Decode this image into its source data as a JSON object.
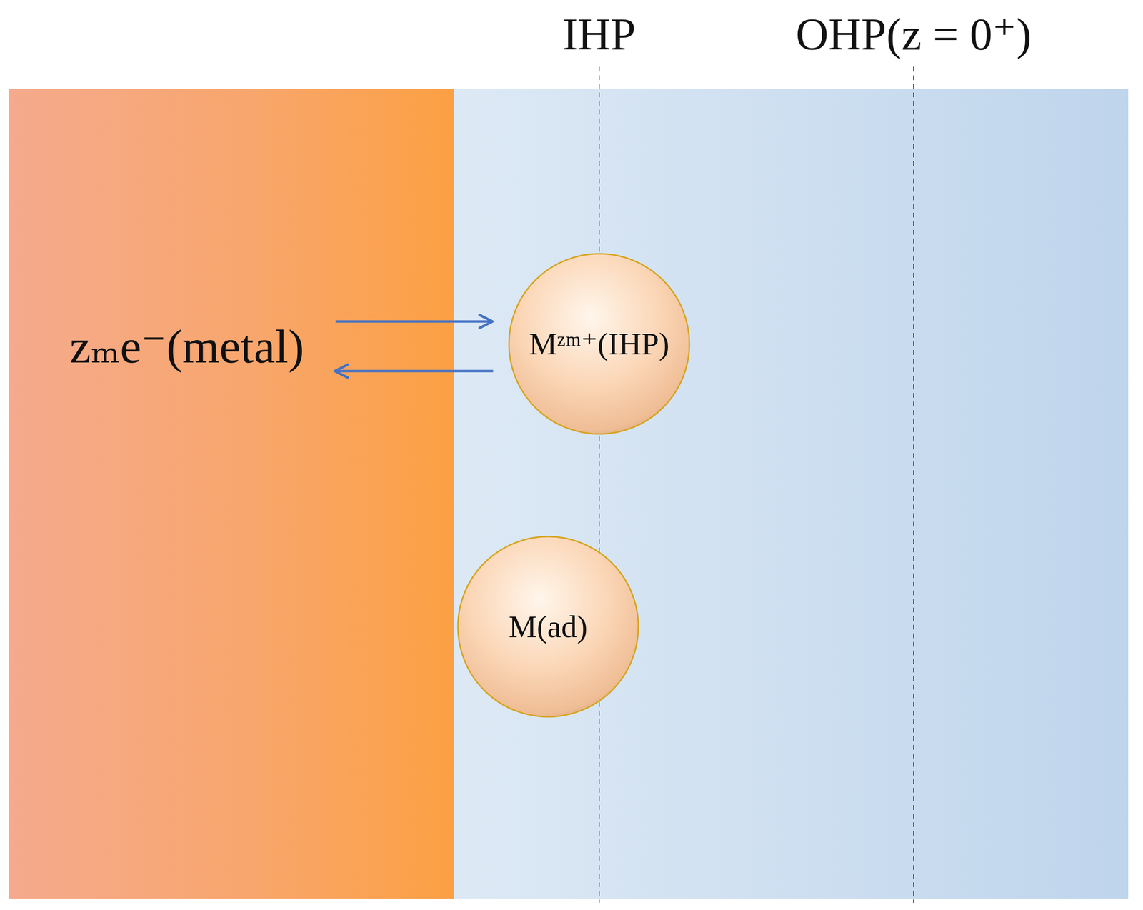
{
  "diagram": {
    "nodes": [
      {
        "text": [
          "zₘe⁻(metal)"
        ]
      },
      {
        "text": [
          "Mᶻᵐ⁺(IHP)"
        ]
      },
      {
        "text": [
          "M(ad)"
        ]
      }
    ],
    "edges": [
      {
        "from": 0,
        "to": 1,
        "arrow": "to"
      },
      {
        "from": 1,
        "to": 0,
        "arrow": "to"
      }
    ],
    "labels": [
      "IHP",
      "OHP(z = 0⁺)"
    ]
  }
}
